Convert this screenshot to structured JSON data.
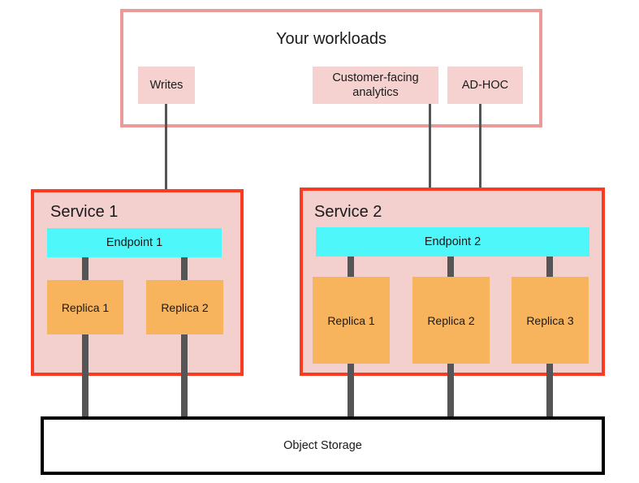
{
  "diagram": {
    "title": "Your workloads",
    "colors": {
      "workloads_border": "#eb9a9a",
      "chip_fill": "#f5d2d0",
      "service_border": "#fa3b22",
      "service_fill": "#f3cfcd",
      "endpoint_fill": "#4df7fa",
      "replica_fill": "#f7b45c",
      "connector": "#555555",
      "storage_border": "#000000",
      "background": "#ffffff"
    }
  },
  "workloads": {
    "title": "Your workloads",
    "chips": [
      {
        "label": "Writes"
      },
      {
        "label": "Customer-facing analytics"
      },
      {
        "label": "AD-HOC"
      }
    ]
  },
  "services": [
    {
      "title": "Service 1",
      "endpoint": "Endpoint 1",
      "replicas": [
        {
          "label": "Replica 1"
        },
        {
          "label": "Replica 2"
        }
      ]
    },
    {
      "title": "Service 2",
      "endpoint": "Endpoint 2",
      "replicas": [
        {
          "label": "Replica 1"
        },
        {
          "label": "Replica 2"
        },
        {
          "label": "Replica 3"
        }
      ]
    }
  ],
  "storage": {
    "label": "Object Storage"
  }
}
